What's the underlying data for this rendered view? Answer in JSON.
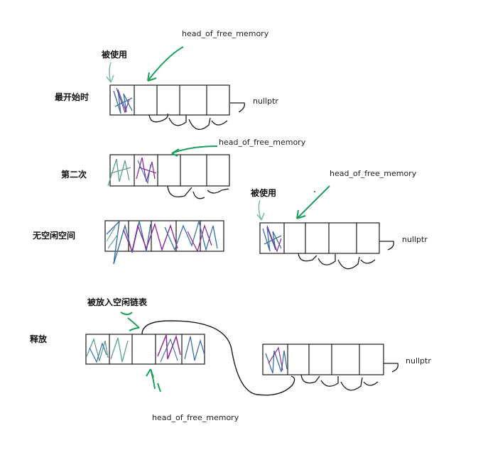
{
  "labels": {
    "head_1": "head_of_free_memory",
    "used_1": "被使用",
    "stage_initial": "最开始时",
    "null_1": "nullptr",
    "head_2": "head_of_free_memory",
    "stage_second": "第二次",
    "head_3": "head_of_free_memory",
    "used_3": "被使用",
    "stage_no_free": "无空闲空间",
    "null_3": "nullptr",
    "released_to_free_list": "被放入空闲链表",
    "stage_release": "释放",
    "null_4": "nullptr",
    "head_4": "head_of_free_memory"
  },
  "colors": {
    "arrow_green": "#1a9e5c",
    "arrow_teal": "#7fb8b0",
    "ink": "#1a1a1a",
    "scribble_blue": "#3a6ea5",
    "scribble_purple": "#8a2c9c",
    "scribble_green": "#5aa08a"
  }
}
